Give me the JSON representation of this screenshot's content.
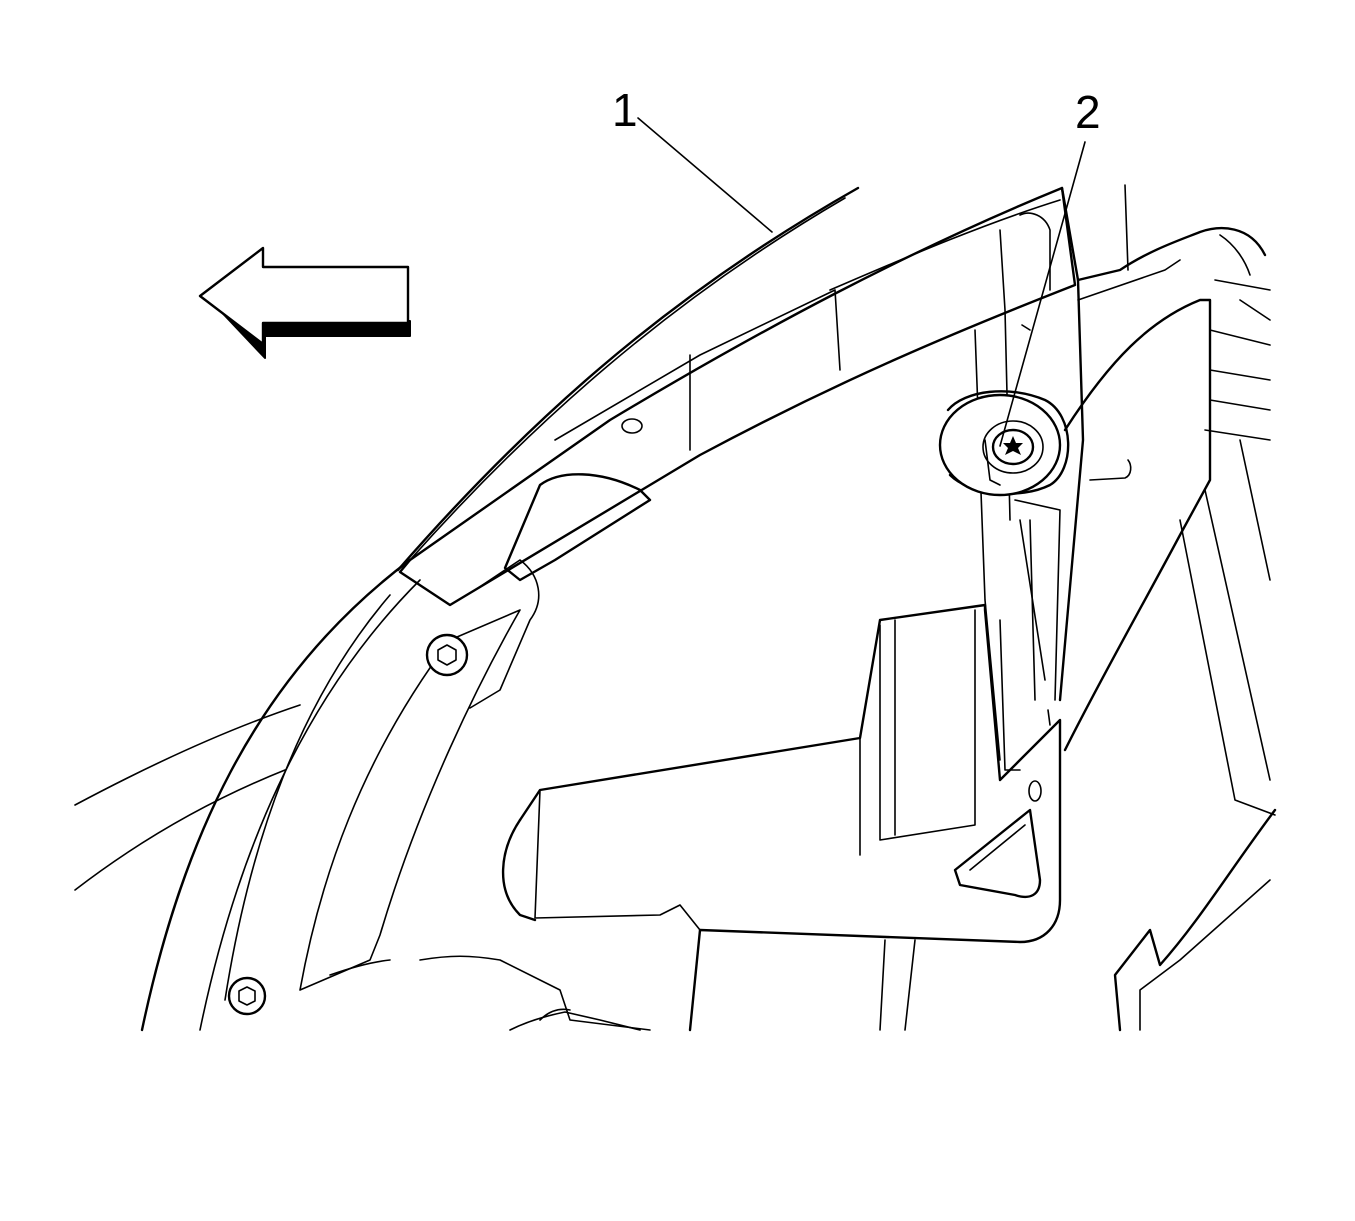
{
  "callouts": [
    {
      "id": "1",
      "label": "1"
    },
    {
      "id": "2",
      "label": "2"
    }
  ],
  "icons": {
    "direction": "left-arrow-icon",
    "fasteners": [
      "hex-bolt-icon",
      "hex-bolt-icon",
      "torx-screw-icon"
    ]
  },
  "colors": {
    "line": "#000000",
    "background": "#ffffff"
  }
}
